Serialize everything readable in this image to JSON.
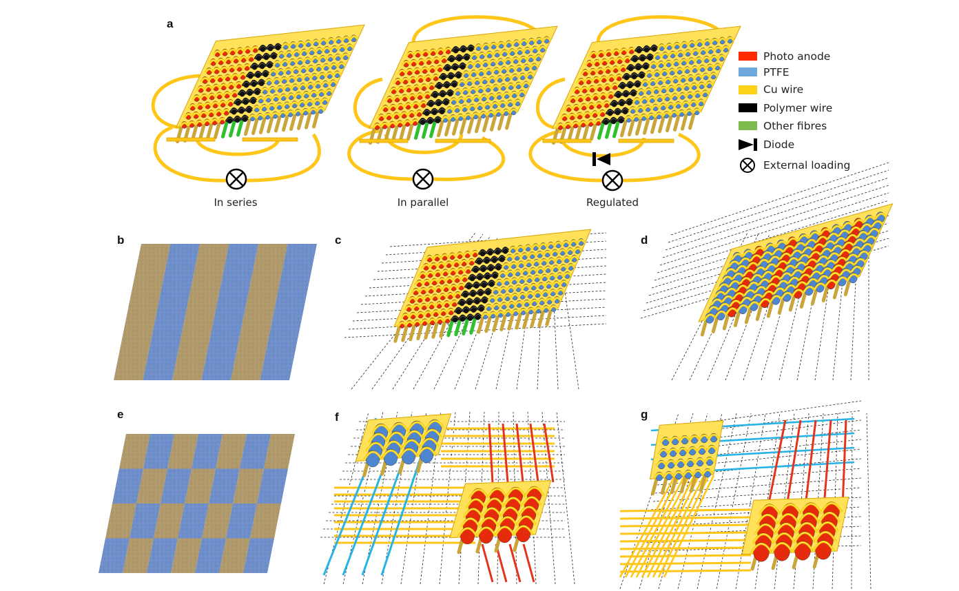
{
  "panel_labels": {
    "a": "a",
    "b": "b",
    "c": "c",
    "d": "d",
    "e": "e",
    "f": "f",
    "g": "g"
  },
  "panel_a": {
    "captions": {
      "series": "In series",
      "parallel": "In parallel",
      "regulated": "Regulated"
    }
  },
  "legend": {
    "items": [
      {
        "label": "Photo anode",
        "color": "#ff2a00",
        "icon": "red-swatch"
      },
      {
        "label": "PTFE",
        "color": "#6ea8dc",
        "icon": "blue-swatch"
      },
      {
        "label": "Cu wire",
        "color": "#ffd21a",
        "icon": "yellow-swatch"
      },
      {
        "label": "Polymer wire",
        "color": "#000000",
        "icon": "black-swatch"
      },
      {
        "label": "Other fibres",
        "color": "#7dbb4f",
        "icon": "green-swatch"
      },
      {
        "label": "Diode",
        "color": "#000000",
        "icon": "diode-symbol-icon"
      },
      {
        "label": "External loading",
        "color": "#000000",
        "icon": "circle-cross-icon"
      }
    ]
  },
  "colors": {
    "photo_anode": "#e52b0c",
    "ptfe": "#4f86d0",
    "cu_wire": "#ffd21a",
    "cu_dark": "#d9a400",
    "polymer": "#111111",
    "fibre": "#2fbf2f",
    "fabric_tan": "#b09a6c",
    "fabric_blue": "#6f8fcb",
    "blue_line": "#27b3e6",
    "red_line": "#e5321a"
  }
}
